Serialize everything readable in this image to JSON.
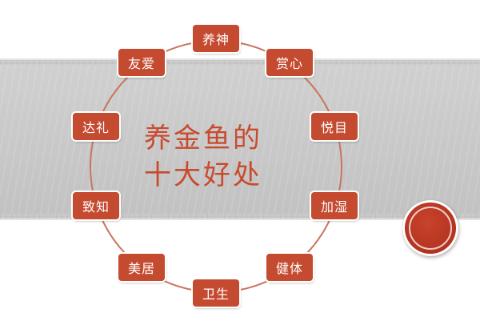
{
  "diagram": {
    "title_line1": "养金鱼的",
    "title_line2": "十大好处",
    "benefits": [
      "养神",
      "赏心",
      "悦目",
      "加湿",
      "健体",
      "卫生",
      "美居",
      "致知",
      "达礼",
      "友爱"
    ]
  },
  "colors": {
    "accent": "#c44a30",
    "ring": "#c9745c",
    "band": "#c4c4c4",
    "seal": "#b2311f"
  }
}
